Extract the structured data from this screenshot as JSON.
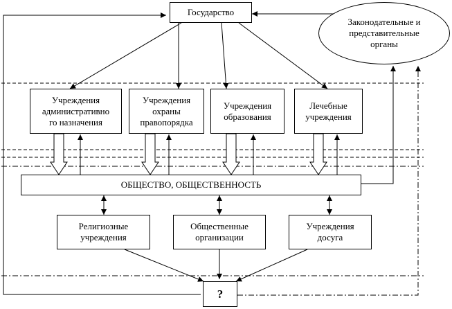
{
  "nodes": {
    "state": "Государство",
    "legislative": "Законодательные и\nпредставительные\nорганы",
    "admin": "Учреждения\nадминистративно\nго назначения",
    "law": "Учреждения\nохраны\nправопорядка",
    "education": "Учреждения\nобразования",
    "medical": "Лечебные\nучреждения",
    "society": "ОБЩЕСТВО, ОБЩЕСТВЕННОСТЬ",
    "religious": "Религиозные\nучреждения",
    "public_orgs": "Общественные\nорганизации",
    "leisure": "Учреждения\nдосуга",
    "question": "?"
  }
}
